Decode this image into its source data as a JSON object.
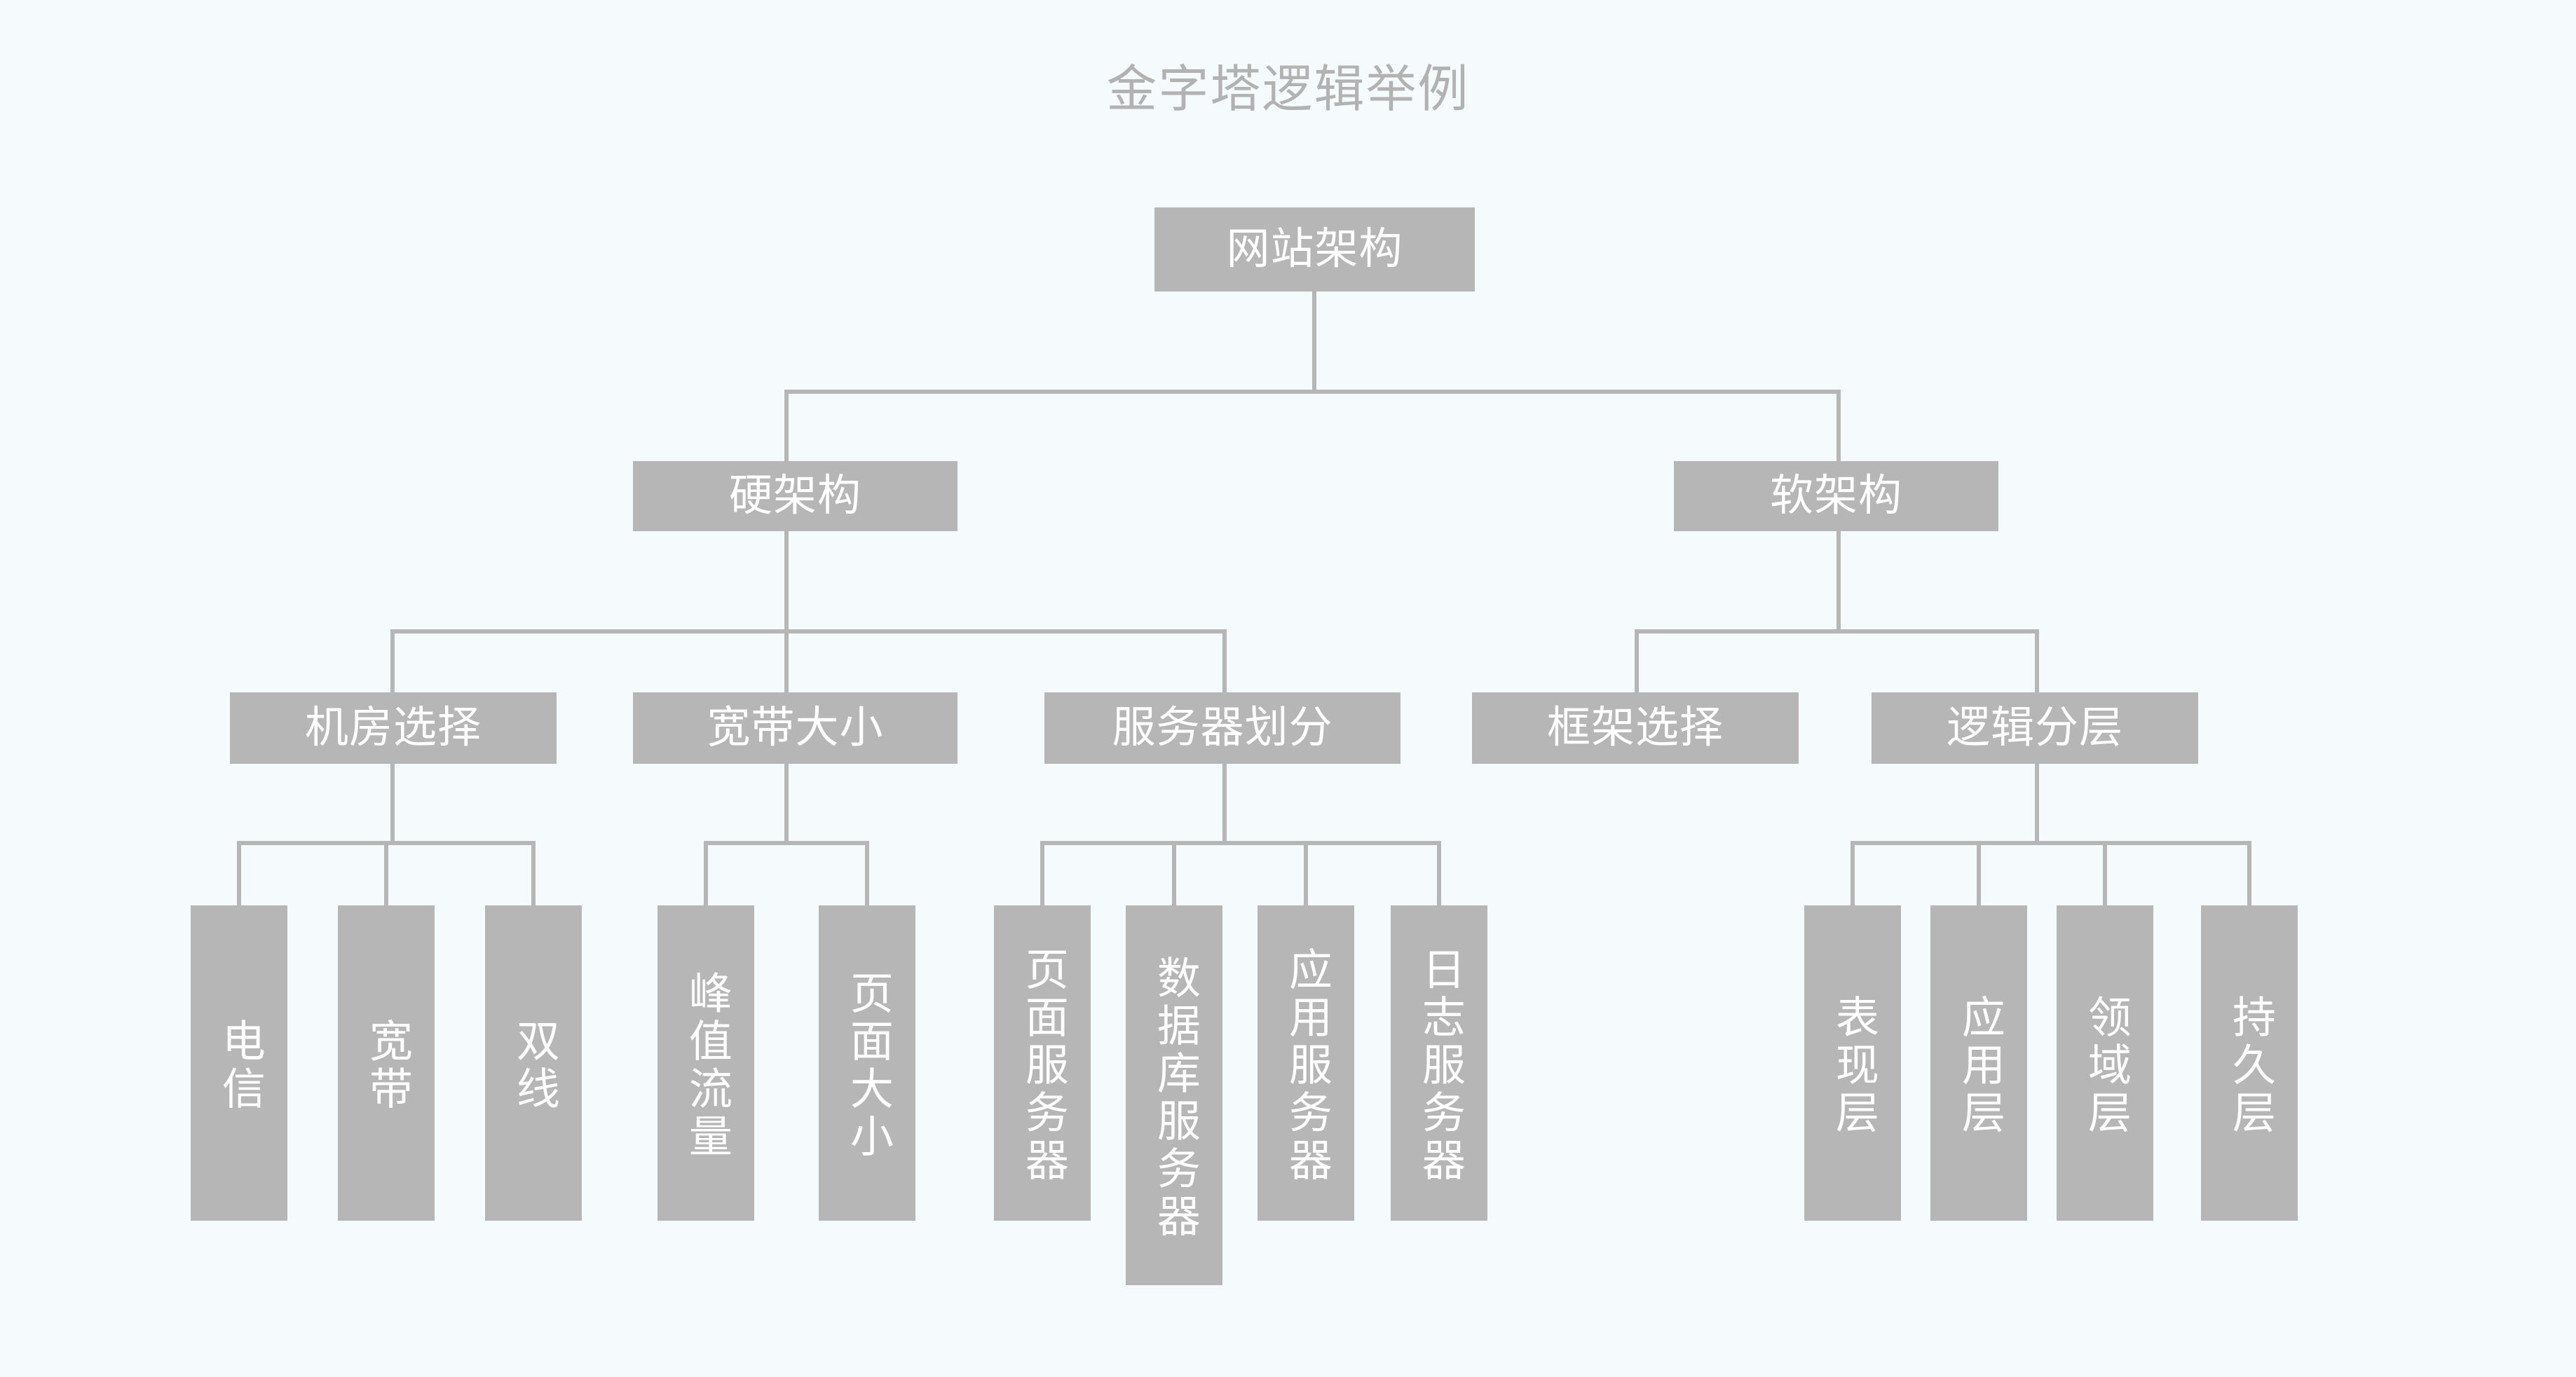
{
  "title": "金字塔逻辑举例",
  "colors": {
    "background": "#f5fafd",
    "node_fill": "#b6b6b6",
    "node_text": "#ffffff",
    "title_text": "#b2b2b2",
    "connector": "#b6b6b6"
  },
  "tree": {
    "root": {
      "label": "网站架构"
    },
    "level2": [
      {
        "label": "硬架构"
      },
      {
        "label": "软架构"
      }
    ],
    "level3": [
      {
        "label": "机房选择",
        "parent": "硬架构"
      },
      {
        "label": "宽带大小",
        "parent": "硬架构"
      },
      {
        "label": "服务器划分",
        "parent": "硬架构"
      },
      {
        "label": "框架选择",
        "parent": "软架构"
      },
      {
        "label": "逻辑分层",
        "parent": "软架构"
      }
    ],
    "leaves": [
      {
        "label": "电信",
        "parent": "机房选择"
      },
      {
        "label": "宽带",
        "parent": "机房选择"
      },
      {
        "label": "双线",
        "parent": "机房选择"
      },
      {
        "label": "峰值流量",
        "parent": "宽带大小"
      },
      {
        "label": "页面大小",
        "parent": "宽带大小"
      },
      {
        "label": "页面服务器",
        "parent": "服务器划分"
      },
      {
        "label": "数据库服务器",
        "parent": "服务器划分"
      },
      {
        "label": "应用服务器",
        "parent": "服务器划分"
      },
      {
        "label": "日志服务器",
        "parent": "服务器划分"
      },
      {
        "label": "表现层",
        "parent": "逻辑分层"
      },
      {
        "label": "应用层",
        "parent": "逻辑分层"
      },
      {
        "label": "领域层",
        "parent": "逻辑分层"
      },
      {
        "label": "持久层",
        "parent": "逻辑分层"
      }
    ]
  }
}
